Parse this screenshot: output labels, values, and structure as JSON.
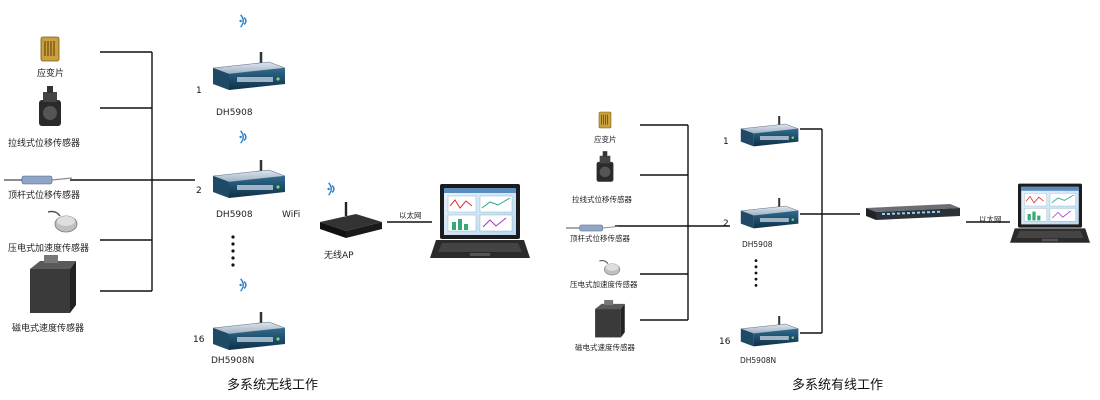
{
  "left": {
    "sensors": [
      {
        "label": "应变片",
        "icon": "strain-gauge-icon"
      },
      {
        "label": "拉线式位移传感器",
        "icon": "draw-wire-sensor-icon"
      },
      {
        "label": "顶杆式位移传感器",
        "icon": "lvdt-sensor-icon"
      },
      {
        "label": "压电式加速度传感器",
        "icon": "accelerometer-icon"
      },
      {
        "label": "磁电式速度传感器",
        "icon": "velocity-sensor-icon"
      }
    ],
    "units": [
      {
        "number": "1",
        "label": "DH5908"
      },
      {
        "number": "2",
        "label": "DH5908"
      },
      {
        "number": "16",
        "label": "DH5908N"
      }
    ],
    "wifi_label": "WiFi",
    "ap_label": "无线AP",
    "ethernet_label": "以太网",
    "caption": "多系统无线工作"
  },
  "right": {
    "sensors": [
      {
        "label": "应变片",
        "icon": "strain-gauge-icon"
      },
      {
        "label": "拉线式位移传感器",
        "icon": "draw-wire-sensor-icon"
      },
      {
        "label": "顶杆式位移传感器",
        "icon": "lvdt-sensor-icon"
      },
      {
        "label": "压电式加速度传感器",
        "icon": "accelerometer-icon"
      },
      {
        "label": "磁电式速度传感器",
        "icon": "velocity-sensor-icon"
      }
    ],
    "units": [
      {
        "number": "1",
        "label": ""
      },
      {
        "number": "2",
        "label": "DH5908"
      },
      {
        "number": "16",
        "label": "DH5908N"
      }
    ],
    "ethernet_label": "以太网",
    "caption": "多系统有线工作"
  }
}
